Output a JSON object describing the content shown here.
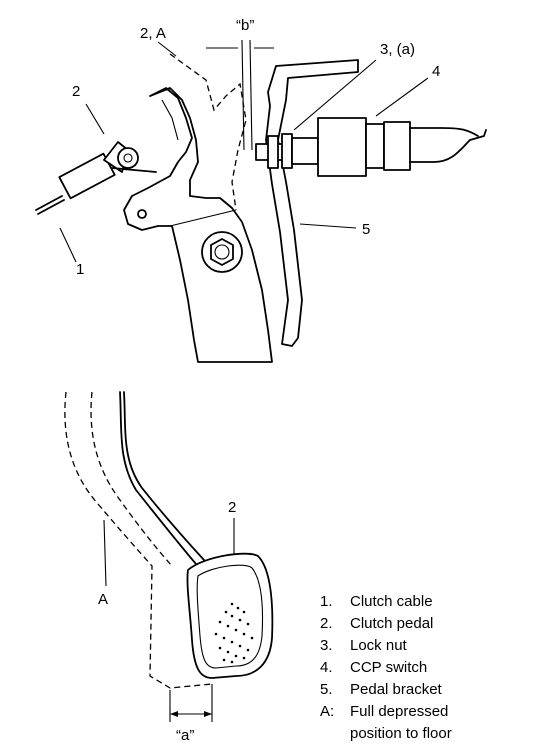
{
  "callouts": {
    "b": "“b”",
    "two_a": "2, A",
    "three_a": "3, (a)",
    "four": "4",
    "two_top": "2",
    "one": "1",
    "five": "5",
    "two_bottom": "2",
    "a_side": "A",
    "a_gap": "“a”"
  },
  "legend": [
    {
      "key": "1.",
      "text": "Clutch cable"
    },
    {
      "key": "2.",
      "text": "Clutch pedal"
    },
    {
      "key": "3.",
      "text": "Lock nut"
    },
    {
      "key": "4.",
      "text": "CCP switch"
    },
    {
      "key": "5.",
      "text": "Pedal bracket"
    },
    {
      "key": "A:",
      "text": "Full depressed"
    },
    {
      "key": "",
      "text": "position to floor"
    }
  ]
}
